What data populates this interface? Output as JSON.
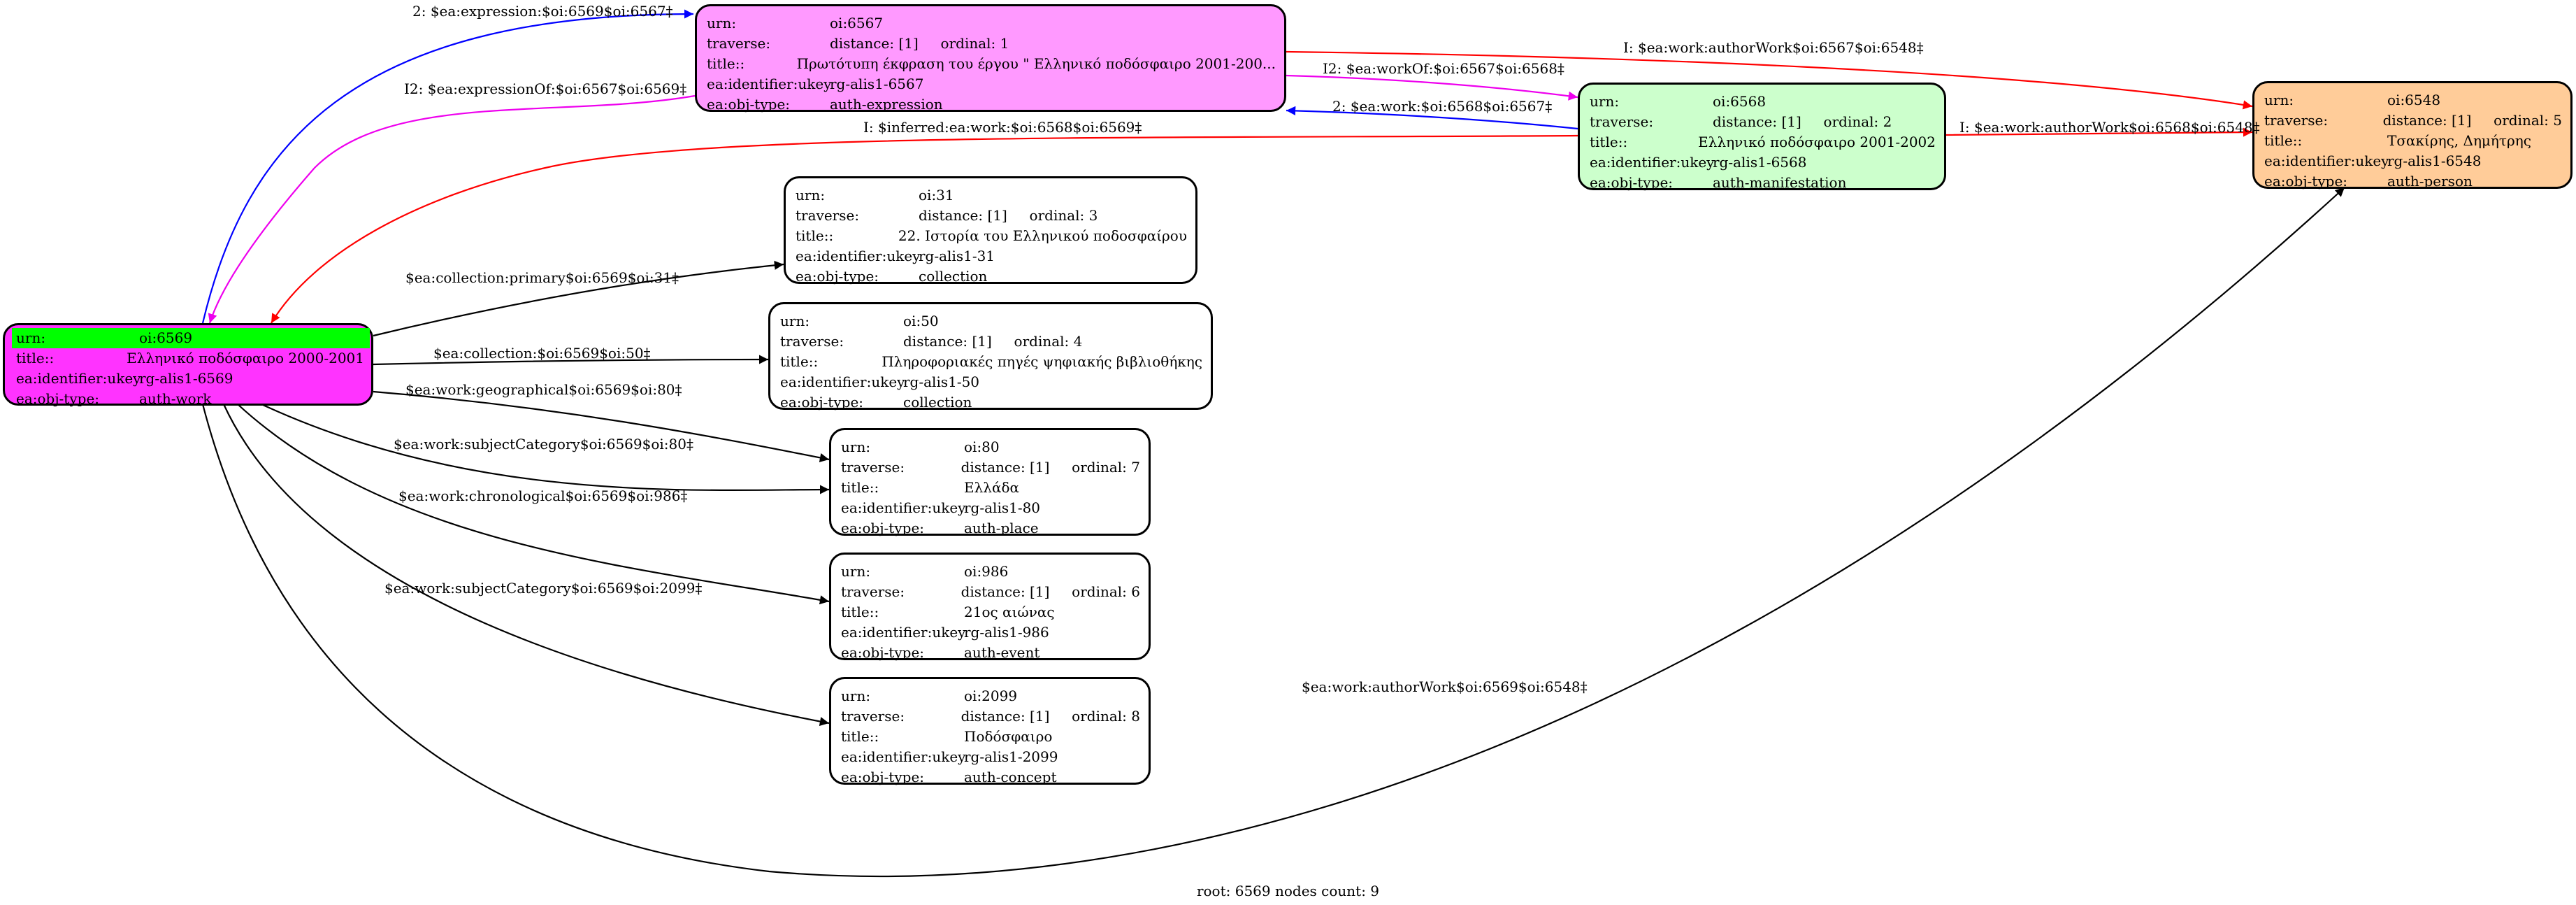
{
  "nodes": {
    "n6569": {
      "urn": "oi:6569",
      "title": "Ελληνικό ποδόσφαιρο 2000-2001",
      "ukey": "rg-alis1-6569",
      "objtype": "auth-work",
      "fill": "#ff33ff",
      "highlight": "#00ff00"
    },
    "n6567": {
      "urn": "oi:6567",
      "traverse": "distance: [1]     ordinal: 1",
      "title": "Πρωτότυπη έκφραση του έργου \" Ελληνικό ποδόσφαιρο 2001-200...",
      "ukey": "rg-alis1-6567",
      "objtype": "auth-expression",
      "fill": "#ff99ff"
    },
    "n6568": {
      "urn": "oi:6568",
      "traverse": "distance: [1]     ordinal: 2",
      "title": "Ελληνικό ποδόσφαιρο 2001-2002",
      "ukey": "rg-alis1-6568",
      "objtype": "auth-manifestation",
      "fill": "#ccffcc"
    },
    "n6548": {
      "urn": "oi:6548",
      "traverse": "distance: [1]     ordinal: 5",
      "title": "Τσακίρης, Δημήτρης",
      "ukey": "rg-alis1-6548",
      "objtype": "auth-person",
      "fill": "#ffcc99"
    },
    "n31": {
      "urn": "oi:31",
      "traverse": "distance: [1]     ordinal: 3",
      "title": "22. Ιστορία του Ελληνικού ποδοσφαίρου",
      "ukey": "rg-alis1-31",
      "objtype": "collection",
      "fill": "#ffffff"
    },
    "n50": {
      "urn": "oi:50",
      "traverse": "distance: [1]     ordinal: 4",
      "title": "Πληροφοριακές πηγές ψηφιακής βιβλιοθήκης",
      "ukey": "rg-alis1-50",
      "objtype": "collection",
      "fill": "#ffffff"
    },
    "n80": {
      "urn": "oi:80",
      "traverse": "distance: [1]     ordinal: 7",
      "title": "Ελλάδα",
      "ukey": "rg-alis1-80",
      "objtype": "auth-place",
      "fill": "#ffffff"
    },
    "n986": {
      "urn": "oi:986",
      "traverse": "distance: [1]     ordinal: 6",
      "title": "21ος αιώνας",
      "ukey": "rg-alis1-986",
      "objtype": "auth-event",
      "fill": "#ffffff"
    },
    "n2099": {
      "urn": "oi:2099",
      "traverse": "distance: [1]     ordinal: 8",
      "title": "Ποδόσφαιρο",
      "ukey": "rg-alis1-2099",
      "objtype": "auth-concept",
      "fill": "#ffffff"
    }
  },
  "field_labels": {
    "urn": "urn:",
    "traverse": "traverse:",
    "title": "title::",
    "ukey": "ea:identifier:ukey",
    "objtype": "ea:obj-type:"
  },
  "edges": {
    "expression": "2: $ea:expression:$oi:6569$oi:6567‡",
    "expressionOf": "I2: $ea:expressionOf:$oi:6567$oi:6569‡",
    "authorWork6567": "I: $ea:work:authorWork$oi:6567$oi:6548‡",
    "workOf": "I2: $ea:workOf:$oi:6567$oi:6568‡",
    "work6568": "2: $ea:work:$oi:6568$oi:6567‡",
    "inferred": "I: $inferred:ea:work:$oi:6568$oi:6569‡",
    "authorWork6568": "I: $ea:work:authorWork$oi:6568$oi:6548‡",
    "collPrimary": "$ea:collection:primary$oi:6569$oi:31‡",
    "coll50": "$ea:collection:$oi:6569$oi:50‡",
    "geographical": "$ea:work:geographical$oi:6569$oi:80‡",
    "subjCat80": "$ea:work:subjectCategory$oi:6569$oi:80‡",
    "chronological": "$ea:work:chronological$oi:6569$oi:986‡",
    "subjCat2099": "$ea:work:subjectCategory$oi:6569$oi:2099‡",
    "authorWork6569": "$ea:work:authorWork$oi:6569$oi:6548‡"
  },
  "edge_colors": {
    "blue": "#0000ff",
    "magenta": "#ee00ee",
    "red": "#ff0000",
    "black": "#000000"
  },
  "footer": "root: 6569 nodes count: 9"
}
